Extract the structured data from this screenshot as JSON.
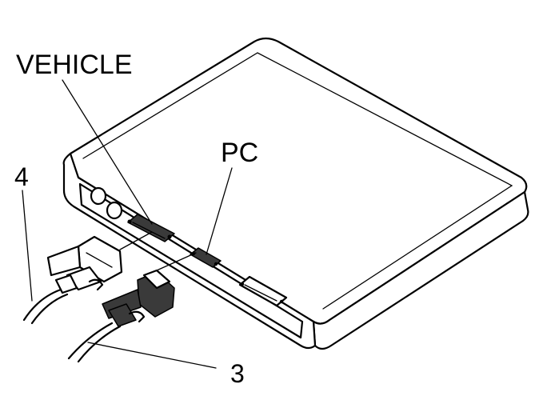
{
  "diagram": {
    "labels": {
      "vehicle": "VEHICLE",
      "pc": "PC",
      "cable_3": "3",
      "cable_4": "4"
    }
  }
}
